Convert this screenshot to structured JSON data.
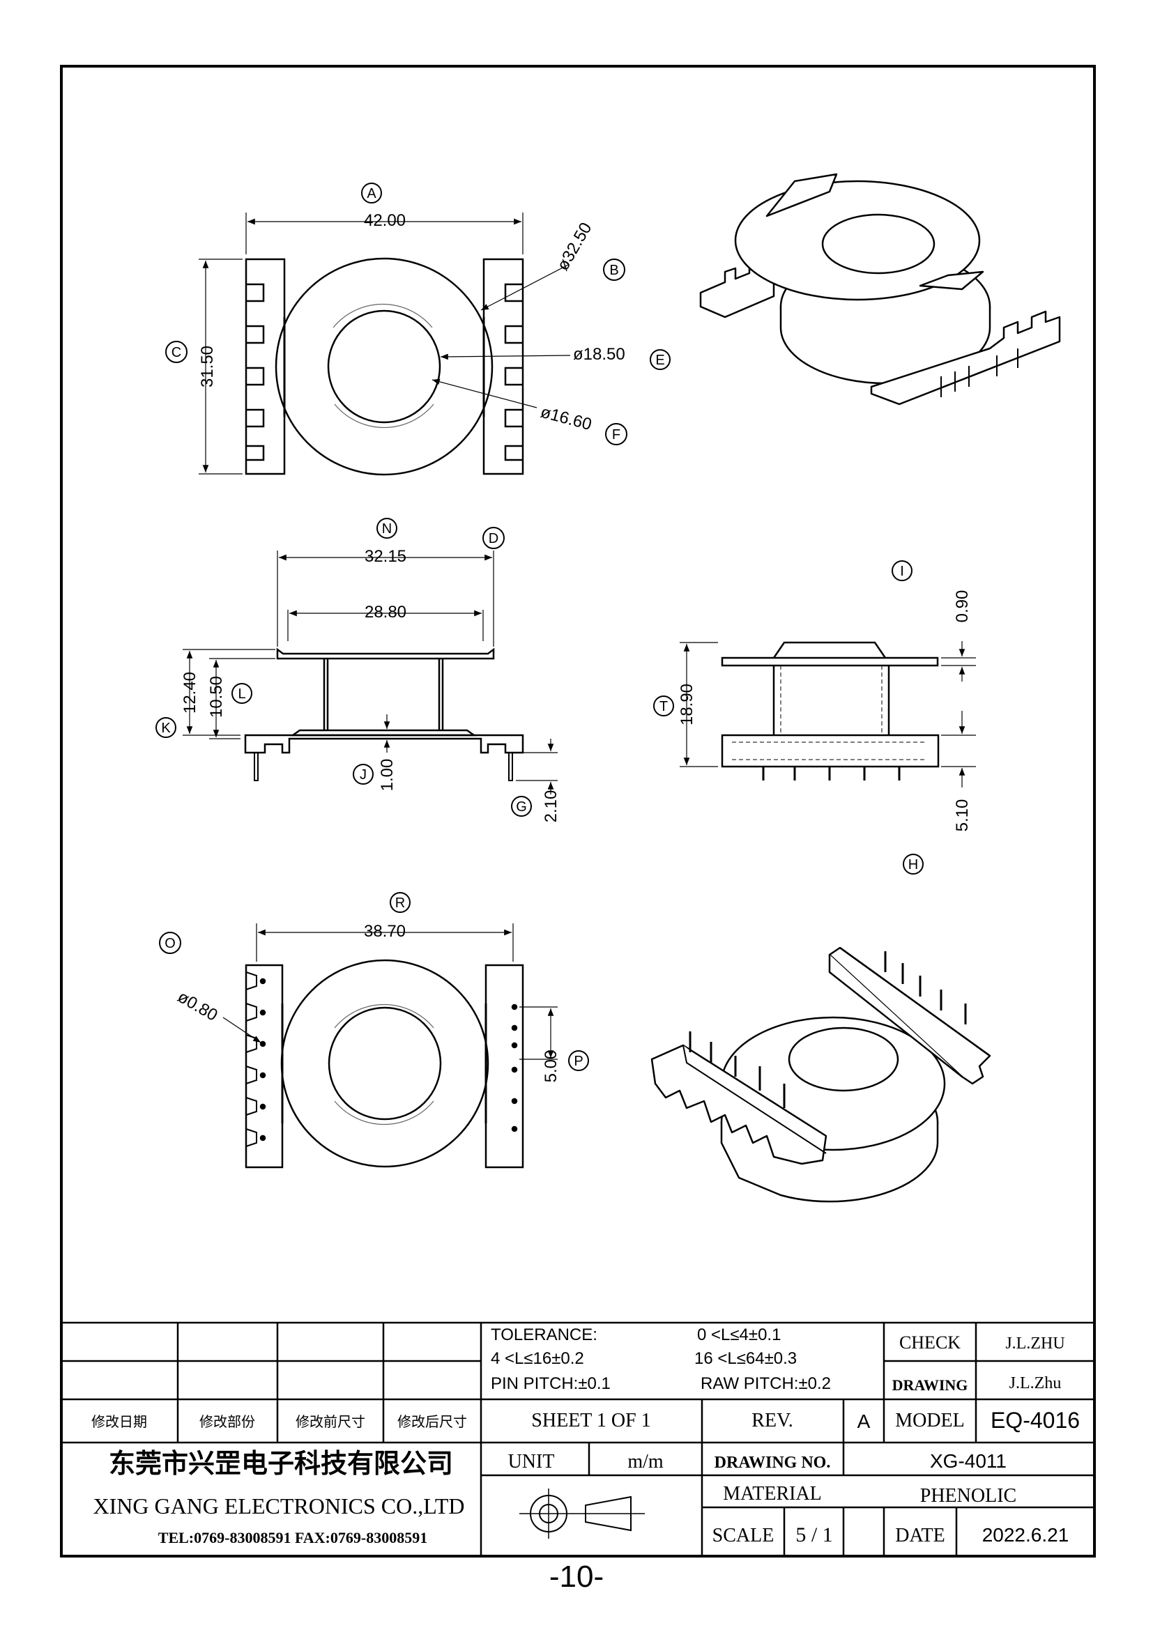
{
  "top_view": {
    "width": "42.00",
    "height": "31.50",
    "dia_outer": "ø32.50",
    "dia_inner": "ø18.50",
    "dia_bore": "ø16.60",
    "labels": {
      "a": "A",
      "b": "B",
      "c": "C",
      "e": "E",
      "f": "F"
    }
  },
  "side_view": {
    "flange_width": "32.15",
    "inner_width": "28.80",
    "h_total": "12.40",
    "h_inner": "10.50",
    "base_thk": "1.00",
    "pin_len": "2.10",
    "labels": {
      "n": "N",
      "d": "D",
      "l": "L",
      "k": "K",
      "j": "J",
      "g": "G"
    }
  },
  "end_view": {
    "flange_thk": "0.90",
    "height": "18.90",
    "pin_len": "5.10",
    "labels": {
      "i": "I",
      "t": "T",
      "h": "H"
    }
  },
  "bottom_view": {
    "width": "38.70",
    "pin_dia": "ø0.80",
    "pin_pitch": "5.00",
    "labels": {
      "r": "R",
      "o": "O",
      "p": "P"
    }
  },
  "title_block": {
    "tolerance_label": "TOLERANCE:",
    "tol_1": "0 <L≤4±0.1",
    "tol_2": "4 <L≤16±0.2",
    "tol_3": "16 <L≤64±0.3",
    "pin_pitch": "PIN PITCH:±0.1",
    "raw_pitch": "RAW PITCH:±0.2",
    "check_label": "CHECK",
    "check_value": "J.L.ZHU",
    "drawing_label": "DRAWING",
    "drawing_value": "J.L.Zhu",
    "rev_col_1": "修改日期",
    "rev_col_2": "修改部份",
    "rev_col_3": "修改前尺寸",
    "rev_col_4": "修改后尺寸",
    "sheet": "SHEET 1 OF 1",
    "rev_label": "REV.",
    "rev_value": "A",
    "model_label": "MODEL",
    "model_value": "EQ-4016",
    "company_cn": "东莞市兴罡电子科技有限公司",
    "company_en": "XING GANG  ELECTRONICS CO.,LTD",
    "contact": "TEL:0769-83008591 FAX:0769-83008591",
    "unit_label": "UNIT",
    "unit_value": "m/m",
    "drawing_no_label": "DRAWING  NO.",
    "drawing_no_value": "XG-4011",
    "material_label": "MATERIAL",
    "material_value": "PHENOLIC",
    "scale_label": "SCALE",
    "scale_value": "5 / 1",
    "date_label": "DATE",
    "date_value": "2022.6.21"
  },
  "page_number": "-10-"
}
